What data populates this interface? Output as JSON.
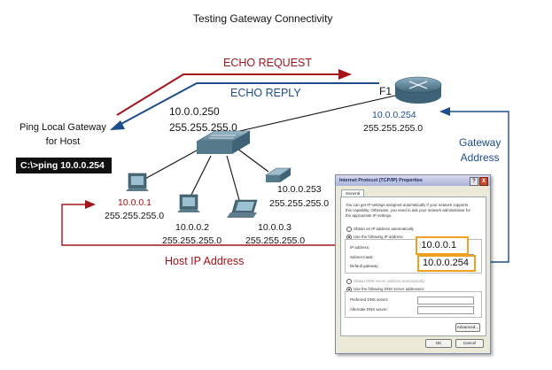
{
  "title": "Testing Gateway Connectivity",
  "ping": {
    "label_line1": "Ping Local Gateway",
    "label_line2": "for Host",
    "command": "C:\\>ping 10.0.0.254"
  },
  "arrows": {
    "request": "ECHO REQUEST",
    "reply": "ECHO REPLY"
  },
  "router": {
    "name": "F1",
    "ip": "10.0.0.254",
    "mask": "255.255.255.0"
  },
  "switch": {
    "ip": "10.0.0.250",
    "mask": "255.255.255.0"
  },
  "hosts": [
    {
      "ip": "10.0.0.1",
      "mask": "255.255.255.0"
    },
    {
      "ip": "10.0.0.2",
      "mask": "255.255.255.0"
    },
    {
      "ip": "10.0.0.3",
      "mask": "255.255.255.0"
    },
    {
      "ip": "10.0.0.253",
      "mask": "255.255.255.0"
    }
  ],
  "callouts": {
    "gateway_line1": "Gateway",
    "gateway_line2": "Address",
    "host_ip": "Host IP Address"
  },
  "dialog": {
    "title": "Internet Protocol (TCP/IP) Properties",
    "help": "?",
    "close": "X",
    "tab": "General",
    "intro_line1": "You can get IP settings assigned automatically if your network supports",
    "intro_line2": "this capability. Otherwise, you need to ask your network administrator for",
    "intro_line3": "the appropriate IP settings.",
    "opt_auto_ip": "Obtain an IP address automatically",
    "opt_use_ip": "Use the following IP address:",
    "ip_label": "IP address:",
    "ip_value": "10.0.0.1",
    "subnet_label": "Subnet mask:",
    "gateway_label": "Default gateway:",
    "gateway_value": "10.0.0.254",
    "opt_auto_dns": "Obtain DNS server address automatically",
    "opt_use_dns": "Use the following DNS server addresses:",
    "pref_dns": "Preferred DNS server:",
    "alt_dns": "Alternate DNS server:",
    "advanced": "Advanced...",
    "ok": "OK",
    "cancel": "Cancel"
  },
  "colors": {
    "red": "#a3141b",
    "blue": "#1e4d8c",
    "highlight": "#f0a01e"
  }
}
